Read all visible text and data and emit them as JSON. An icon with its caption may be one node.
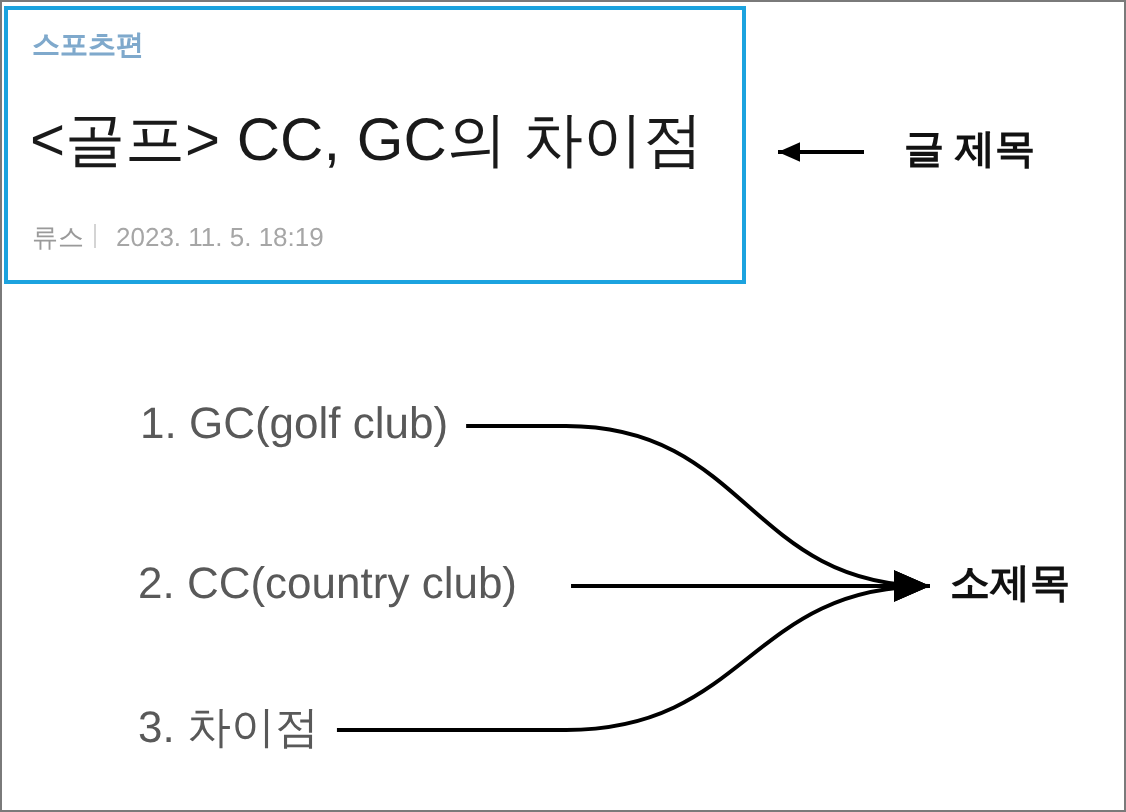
{
  "diagram": {
    "nodes": [
      {
        "text": [
          "스포츠편",
          "<골프> CC, GC의 차이점",
          "류스",
          "2023. 11. 5. 18:19"
        ]
      },
      {
        "text": [
          "글 제목"
        ]
      },
      {
        "text": [
          "1. GC(golf club)"
        ]
      },
      {
        "text": [
          "2. CC(country club)"
        ]
      },
      {
        "text": [
          "3. 차이점"
        ]
      },
      {
        "text": [
          "소제목"
        ]
      }
    ],
    "edges": [
      {
        "from": 1,
        "to": 0,
        "arrow": "to"
      },
      {
        "from": 2,
        "to": 5,
        "arrow": "to"
      },
      {
        "from": 3,
        "to": 5,
        "arrow": "to"
      },
      {
        "from": 4,
        "to": 5,
        "arrow": "to"
      }
    ]
  }
}
